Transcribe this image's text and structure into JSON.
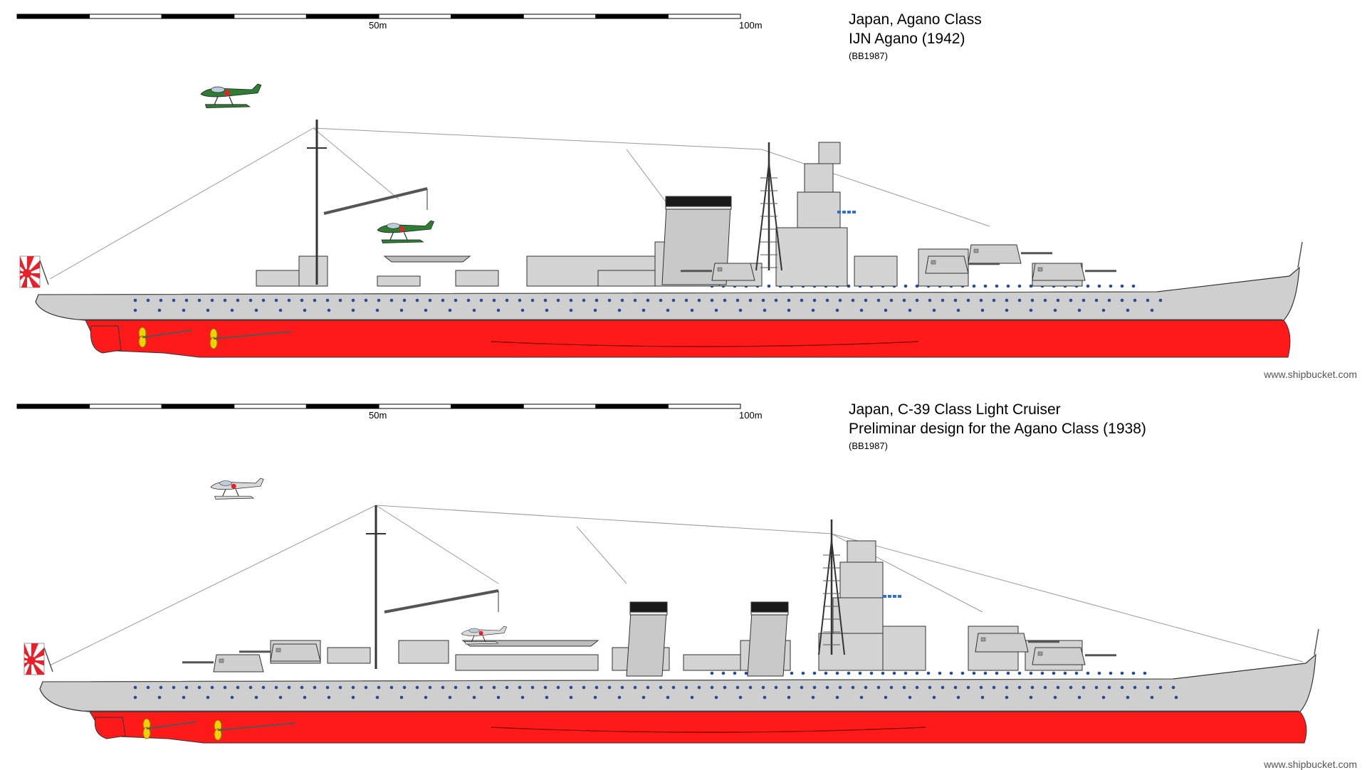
{
  "top": {
    "scale": {
      "mid_label": "50m",
      "end_label": "100m"
    },
    "caption": {
      "line1": "Japan, Agano Class",
      "line2": "IJN Agano (1942)",
      "line3": "(BB1987)"
    },
    "watermark": "www.shipbucket.com"
  },
  "bottom": {
    "scale": {
      "mid_label": "50m",
      "end_label": "100m"
    },
    "caption": {
      "line1": "Japan, C-39 Class Light Cruiser",
      "line2": "Preliminar design for the Agano Class (1938)",
      "line3": "(BB1987)"
    },
    "watermark": "www.shipbucket.com"
  },
  "colors": {
    "hull_grey": "#cfcfcf",
    "antifouling_red": "#ff1a1a",
    "outline": "#333333",
    "porthole_blue": "#2a4a9a",
    "funnel_cap": "#1a1a1a",
    "aircraft_green": "#2e7d32",
    "propeller_yellow": "#f2d100",
    "flag_red": "#e8202a"
  },
  "icons": [
    "naval-ensign-icon",
    "seaplane-icon",
    "propeller-icon",
    "scale-bar-icon"
  ]
}
